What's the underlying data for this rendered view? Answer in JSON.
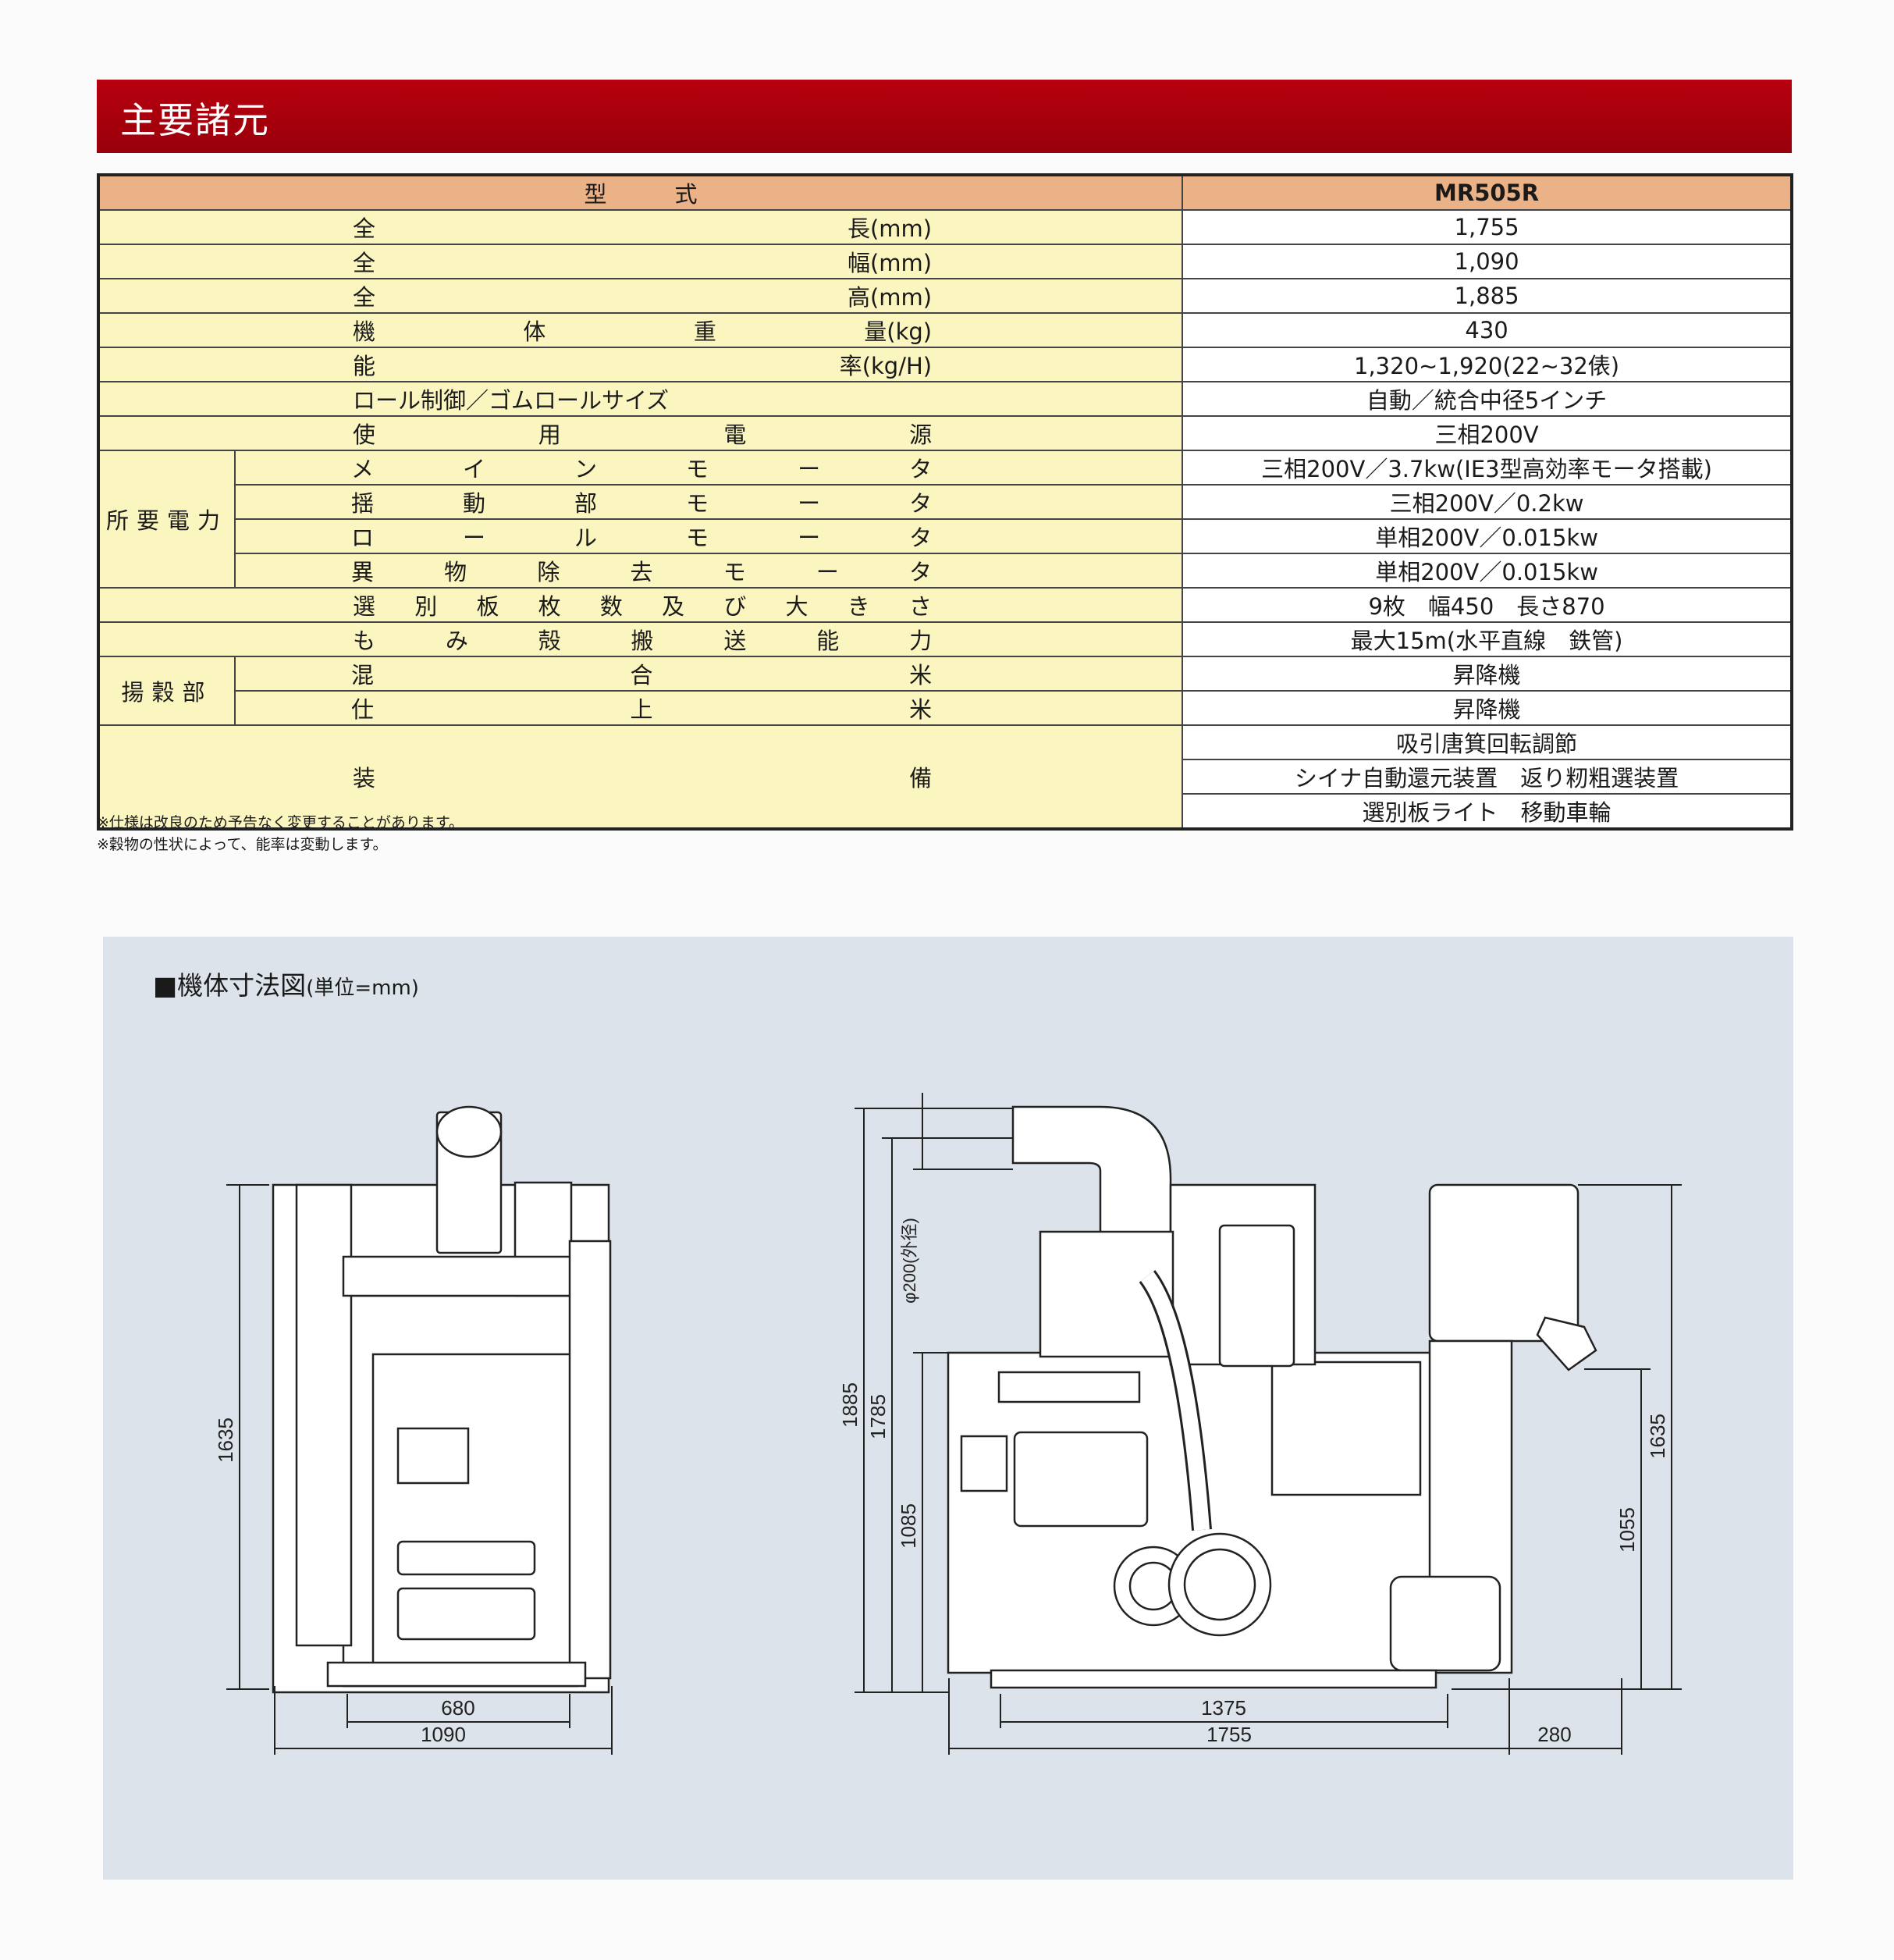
{
  "section_title": "主要諸元",
  "spec_table": {
    "header": {
      "label": "型　　　式",
      "value": "MR505R"
    },
    "rows": [
      {
        "chars": [
          "全",
          "長(mm)"
        ],
        "value": "1,755"
      },
      {
        "chars": [
          "全",
          "幅(mm)"
        ],
        "value": "1,090"
      },
      {
        "chars": [
          "全",
          "高(mm)"
        ],
        "value": "1,885"
      },
      {
        "chars": [
          "機",
          "体",
          "重",
          "量(kg)"
        ],
        "value": "430"
      },
      {
        "chars": [
          "能",
          "率(kg/H)"
        ],
        "value": "1,320~1,920(22~32俵)"
      },
      {
        "chars": [
          "ロール制御／ゴムロールサイズ"
        ],
        "value": "自動／統合中径5インチ"
      },
      {
        "chars": [
          "使",
          "用",
          "電",
          "源"
        ],
        "value": "三相200V"
      }
    ],
    "power_group": {
      "label": "所要電力",
      "rows": [
        {
          "chars": [
            "メ",
            "イ",
            "ン",
            "モ",
            "ー",
            "タ"
          ],
          "value": "三相200V／3.7kw(IE3型高効率モータ搭載)"
        },
        {
          "chars": [
            "揺",
            "動",
            "部",
            "モ",
            "ー",
            "タ"
          ],
          "value": "三相200V／0.2kw"
        },
        {
          "chars": [
            "ロ",
            "ー",
            "ル",
            "モ",
            "ー",
            "タ"
          ],
          "value": "単相200V／0.015kw"
        },
        {
          "chars": [
            "異",
            "物",
            "除",
            "去",
            "モ",
            "ー",
            "タ"
          ],
          "value": "単相200V／0.015kw"
        }
      ]
    },
    "rows2": [
      {
        "chars": [
          "選",
          "別",
          "板",
          "枚",
          "数",
          "及",
          "び",
          "大",
          "き",
          "さ"
        ],
        "value": "9枚　幅450　長さ870"
      },
      {
        "chars": [
          "も",
          "み",
          "殻",
          "搬",
          "送",
          "能",
          "力"
        ],
        "value": "最大15m(水平直線　鉄管)"
      }
    ],
    "lift_group": {
      "label": "揚穀部",
      "rows": [
        {
          "chars": [
            "混",
            "合",
            "米"
          ],
          "value": "昇降機"
        },
        {
          "chars": [
            "仕",
            "上",
            "米"
          ],
          "value": "昇降機"
        }
      ]
    },
    "equipment": {
      "chars": [
        "装",
        "備"
      ],
      "values": [
        "吸引唐箕回転調節",
        "シイナ自動還元装置　返り籾粗選装置",
        "選別板ライト　移動車輪"
      ]
    }
  },
  "notes": [
    "※仕様は改良のため予告なく変更することがあります。",
    "※穀物の性状によって、能率は変動します。"
  ],
  "drawing": {
    "title": "■機体寸法図",
    "unit": "(単位=mm)",
    "front_dims": {
      "height": "1635",
      "inner_width": "680",
      "width": "1090"
    },
    "side_dims": {
      "total_height": "1885",
      "height_1785": "1785",
      "height_1085": "1085",
      "pipe": "φ200(外径)",
      "wheelbase": "1375",
      "length": "1755",
      "offset": "280",
      "right_height": "1635",
      "outlet_height": "1055"
    }
  }
}
